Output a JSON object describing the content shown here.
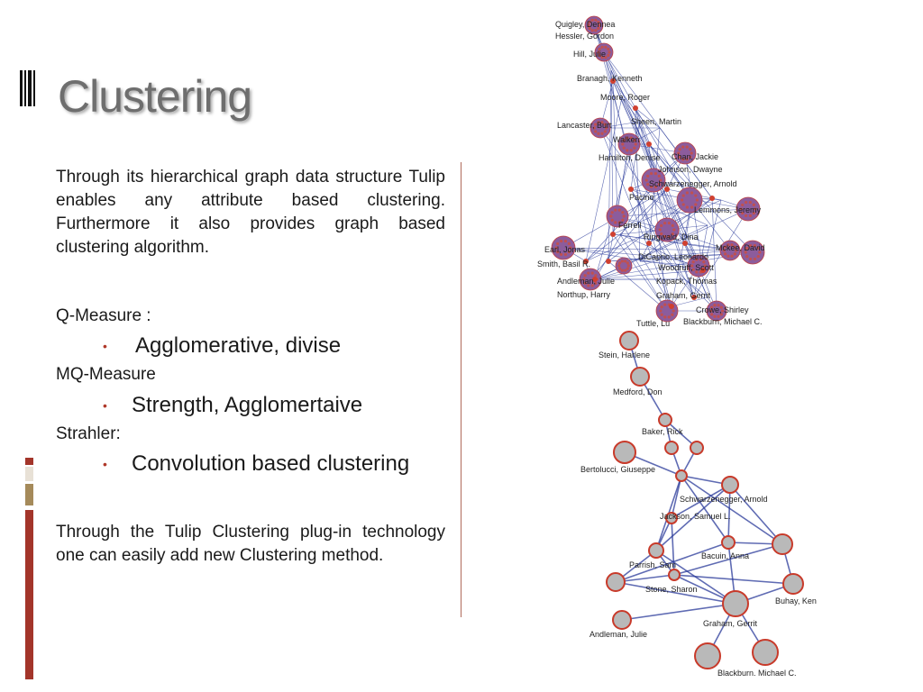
{
  "slide": {
    "title": "Clustering",
    "intro": "Through its hierarchical graph data structure Tulip enables any attribute based clustering. Furthermore it also provides graph based clustering algorithm.",
    "sections": [
      {
        "label": "Q-Measure :",
        "bullet": "Agglomerative, divise"
      },
      {
        "label": "MQ-Measure",
        "bullet": "Strength, Agglomertaive"
      },
      {
        "label": "Strahler:",
        "bullet": "Convolution based clustering"
      }
    ],
    "outro": "Through the Tulip Clustering plug-in technology one can easily add new Clustering method."
  },
  "graph": {
    "upper_labels": [
      "Quigley, Dennea",
      "Hessler, Gordon",
      "Hill, Julie",
      "Branagh, Kenneth",
      "Moore, Roger",
      "Lancaster, Burt",
      "Sheen, Martin",
      "Walken",
      "Chan, Jackie",
      "Hamilton, Denise",
      "Johnson, Dwayne",
      "Schwarzenegger, Arnold",
      "Pacino",
      "Lemmons, Jeremy",
      "Ferrell",
      "Earl, Jonas",
      "Ringwald, Dina",
      "Mckee, David",
      "Smith, Basil R.",
      "DiCaprio, Leonardo",
      "Woodruff, Scott",
      "Andleman, Julie",
      "Kopack, Thomas",
      "Northup, Harry",
      "Graham, Gerrit",
      "Crowe, Shirley",
      "Tuttle, Lu",
      "Blackburn, Michael C."
    ],
    "lower_labels": [
      "Stein, Harlene",
      "Medford, Don",
      "Baker, Rick",
      "Bertolucci, Giuseppe",
      "Schwarzenegger, Arnold",
      "Jackson, Samuel L.",
      "Bacuin, Anna",
      "Parrish, Sam",
      "Stone, Sharon",
      "Buhay, Ken",
      "Graham, Gerrit",
      "Andleman, Julie",
      "Blackburn, Michael C."
    ]
  },
  "colors": {
    "accent_red": "#a3352a",
    "accent_tan": "#a58a5a",
    "edge_blue": "#2a3a9a",
    "node_purple": "#8c5c9c",
    "node_grey": "#b9b9b9",
    "highlight_magenta": "#d020d0"
  }
}
